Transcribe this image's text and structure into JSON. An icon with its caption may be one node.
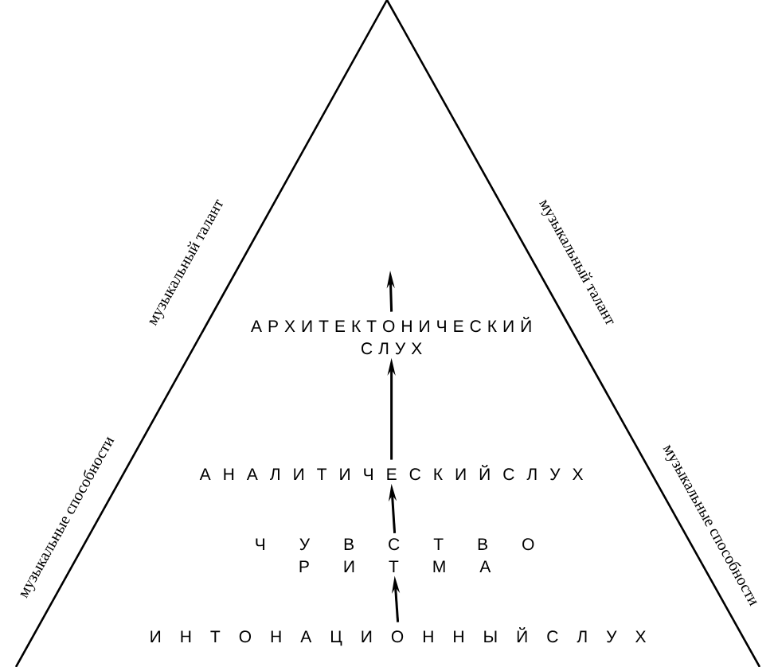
{
  "diagram": {
    "nodes": [
      {
        "text": [],
        "shape": "triangle"
      },
      {
        "text": [
          "А Р Х И Т Е К Т О Н И Ч Е С К И Й С Л У Х"
        ],
        "in": 0
      },
      {
        "text": [
          "А Н А Л И Т И Ч Е С К И Й С Л У Х"
        ],
        "in": 0
      },
      {
        "text": [
          "Ч У В С Т В О Р И Т М А"
        ],
        "in": 0
      },
      {
        "text": [
          "И Н Т О Н А Ц И О Н Н Ы Й С Л У Х"
        ],
        "in": 0
      }
    ],
    "edges": [
      {
        "from": 4,
        "to": 3,
        "arrow": "to"
      },
      {
        "from": 3,
        "to": 2,
        "arrow": "to"
      },
      {
        "from": 2,
        "to": 1,
        "arrow": "to"
      },
      {
        "from": 1,
        "to": null,
        "arrow": "to"
      }
    ],
    "labels": [
      "музыкальный талант",
      "музыкальный талант",
      "музыкальные способности",
      "музыкальные способности"
    ]
  }
}
